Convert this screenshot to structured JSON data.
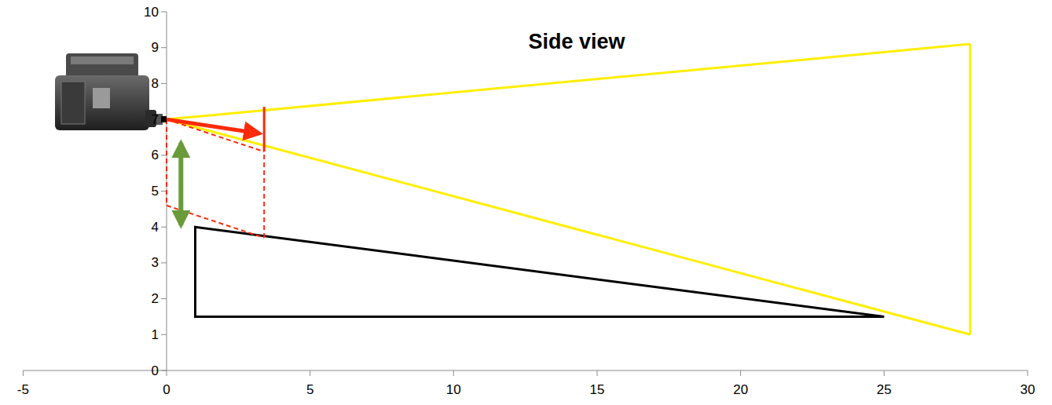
{
  "diagram": {
    "title": "Side view",
    "labels": [
      "0",
      "1",
      "2",
      "3",
      "4",
      "5",
      "6",
      "7",
      "8",
      "9",
      "10",
      "-5",
      "0",
      "5",
      "10",
      "15",
      "20",
      "25",
      "30"
    ]
  }
}
